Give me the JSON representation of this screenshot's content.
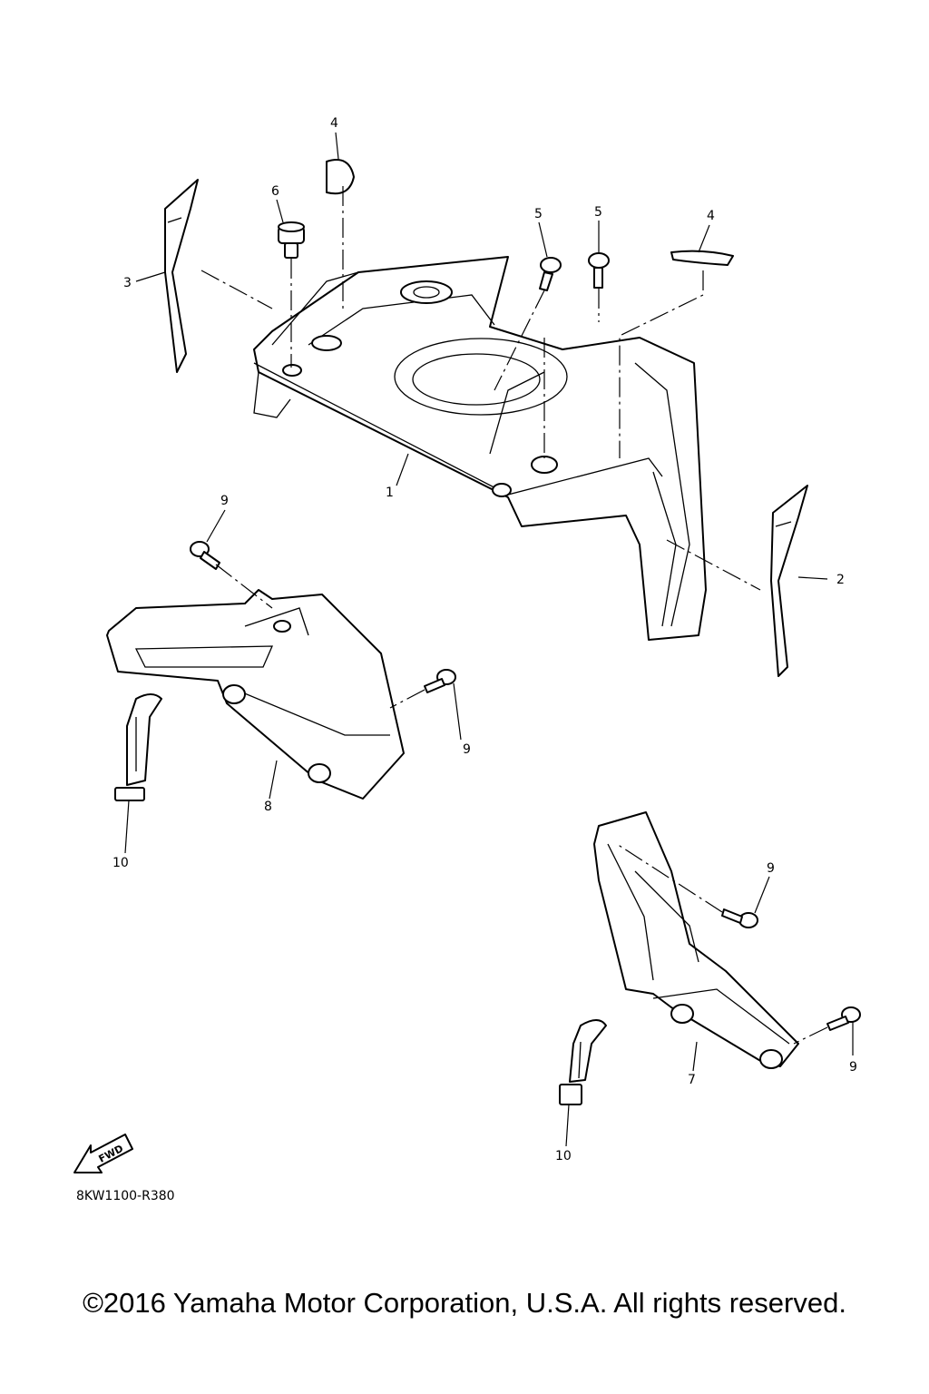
{
  "callouts": {
    "c1": "1",
    "c2": "2",
    "c3": "3",
    "c4a": "4",
    "c4b": "4",
    "c5a": "5",
    "c5b": "5",
    "c6": "6",
    "c7": "7",
    "c8": "8",
    "c9a": "9",
    "c9b": "9",
    "c9c": "9",
    "c9d": "9",
    "c10a": "10",
    "c10b": "10"
  },
  "fwd_label": "FWD",
  "diagram_code": "8KW1100-R380",
  "copyright": "©2016 Yamaha Motor Corporation, U.S.A. All rights reserved."
}
